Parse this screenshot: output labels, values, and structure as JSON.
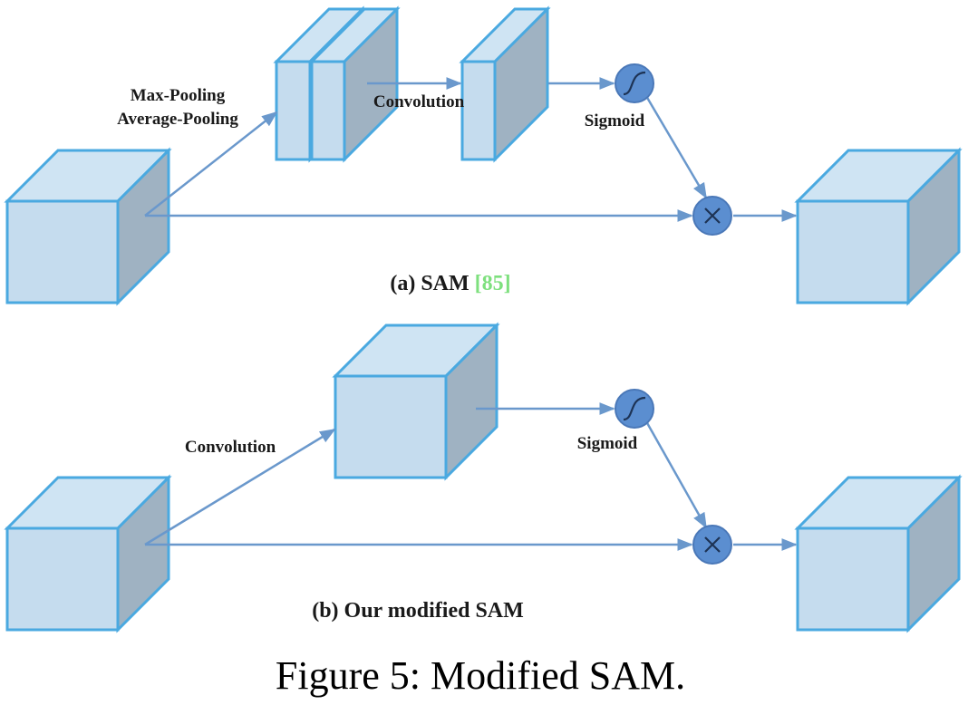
{
  "diagram_a": {
    "label_pool_1": "Max-Pooling",
    "label_pool_2": "Average-Pooling",
    "label_conv": "Convolution",
    "label_sigmoid": "Sigmoid",
    "subcaption_text": "(a) SAM ",
    "subcaption_cite": "[85]"
  },
  "diagram_b": {
    "label_conv": "Convolution",
    "label_sigmoid": "Sigmoid",
    "subcaption_text": "(b) Our modified SAM"
  },
  "figure_caption": "Figure 5: Modified SAM.",
  "colors": {
    "stroke": "#4aa9e0",
    "face_front": "#c5dcee",
    "face_top": "#cfe4f3",
    "face_side": "#9fb2c2",
    "arrow": "#6a98cc",
    "node_fill": "#5b8ed0",
    "node_stroke": "#4a78b8",
    "citation": "#7ee07e"
  }
}
